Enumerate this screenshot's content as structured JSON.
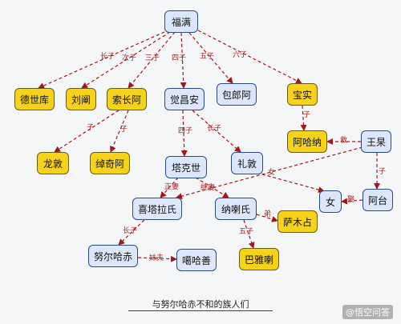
{
  "nodes": {
    "fuman": {
      "label": "福满",
      "color": "blue"
    },
    "deshiku": {
      "label": "德世库",
      "color": "gold"
    },
    "liuchan": {
      "label": "刘阐",
      "color": "gold"
    },
    "suochanga": {
      "label": "索长阿",
      "color": "gold"
    },
    "jiaochangan": {
      "label": "觉昌安",
      "color": "blue"
    },
    "baolangA": {
      "label": "包郎阿",
      "color": "blue"
    },
    "baoshi": {
      "label": "宝实",
      "color": "gold"
    },
    "longdun": {
      "label": "龙敦",
      "color": "gold"
    },
    "zhuoqia": {
      "label": "绰奇阿",
      "color": "gold"
    },
    "ahana": {
      "label": "阿哈纳",
      "color": "gold"
    },
    "wanggao": {
      "label": "王杲",
      "color": "blue"
    },
    "taksi": {
      "label": "塔克世",
      "color": "blue"
    },
    "lidun": {
      "label": "礼敦",
      "color": "blue"
    },
    "nu": {
      "label": "女",
      "color": "blue"
    },
    "atai": {
      "label": "阿台",
      "color": "blue"
    },
    "xitala": {
      "label": "喜塔拉氏",
      "color": "blue"
    },
    "nala": {
      "label": "纳喇氏",
      "color": "blue"
    },
    "samuzhan": {
      "label": "萨木占",
      "color": "gold"
    },
    "nurhaci": {
      "label": "努尔哈赤",
      "color": "blue"
    },
    "gashan": {
      "label": "噶哈善",
      "color": "blue"
    },
    "bayala": {
      "label": "巴雅喇",
      "color": "gold"
    }
  },
  "edge_labels": {
    "e_deshiku": "长子",
    "e_liuchan": "次子",
    "e_suochanga": "三子",
    "e_jiaochangan": "四子",
    "e_baolangA": "五子",
    "e_baoshi": "六子",
    "e_longdun": "子",
    "e_zhuoqia": "子",
    "e_ahana": "子",
    "e_jiu": "救",
    "e_taksi": "四子",
    "e_lidun": "长子",
    "e_atai": "子",
    "e_nu_atai": "娶",
    "e_lidun_nu": "女",
    "e_zhengqi": "正妻",
    "e_jiqi": "继妻",
    "e_samuzhan": "弟",
    "e_nurhaci": "长子",
    "e_meifu": "妹夫",
    "e_bayala": "五子"
  },
  "caption": "与努尔哈赤不和的族人们",
  "watermark": "@悟空问答",
  "colors": {
    "arrow": "#a01818",
    "blue_fill": "#dde7fb",
    "gold_fill": "#f7d21a"
  }
}
